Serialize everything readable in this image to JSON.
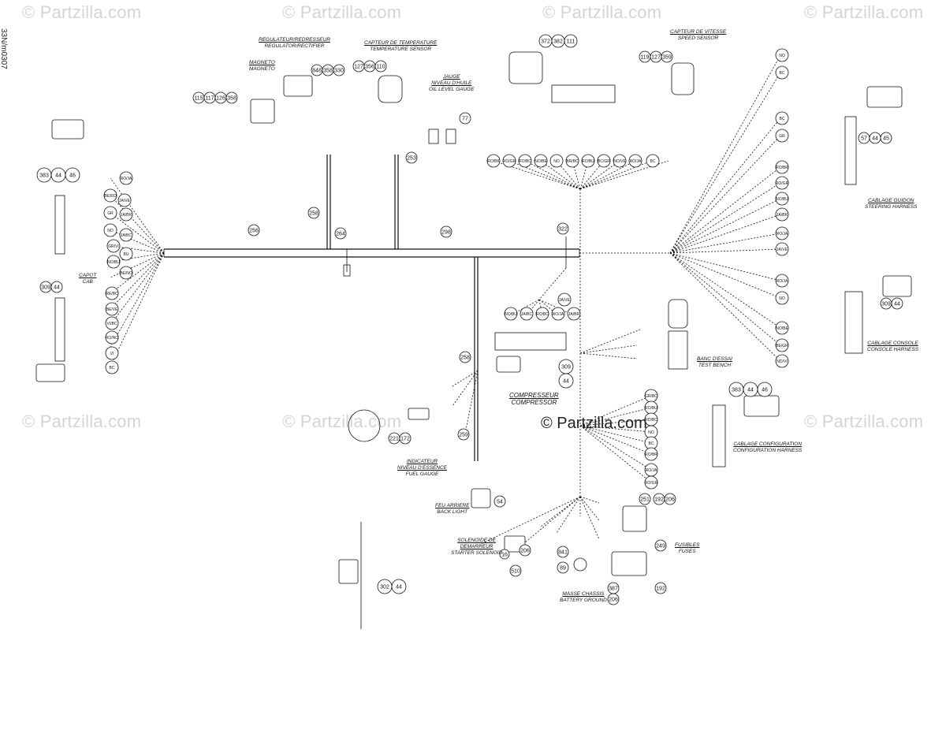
{
  "watermark": "© Partzilla.com",
  "sheet_id": "33N/m0307",
  "brand_center": "© Partzilla.com",
  "labels": {
    "regulator_fr": "REGULATEUR/REDRESSEUR",
    "regulator_en": "REGULATOR/RECTIFIER",
    "magneto_fr": "MAGNETO",
    "magneto_en": "MAGNETO",
    "temp_fr": "CAPTEUR DE TEMPERATURE",
    "temp_en": "TEMPERATURE SENSOR",
    "oil_fr1": "JAUGE",
    "oil_fr2": "NIVEAU D'HUILE",
    "oil_en": "OIL LEVEL GAUGE",
    "speed_fr": "CAPTEUR DE VITESSE",
    "speed_en": "SPEED SENSOR",
    "cab_fr": "CAPOT",
    "cab_en": "CAB",
    "steering_fr": "CABLAGE GUIDON",
    "steering_en": "STEERING HARNESS",
    "console_fr": "CABLAGE CONSOLE",
    "console_en": "CONSOLE HARNESS",
    "test_fr": "BANC D'ESSAI",
    "test_en": "TEST BENCH",
    "compressor_fr": "COMPRESSEUR",
    "compressor_en": "COMPRESSOR",
    "config_fr": "CABLAGE CONFIGURATION",
    "config_en": "CONFIGURATION HARNESS",
    "fuel_fr1": "INDICATEUR",
    "fuel_fr2": "NIVEAU D'ESSENCE",
    "fuel_en": "FUEL GAUGE",
    "back_fr": "FEU ARRIERE",
    "back_en": "BACK LIGHT",
    "starter_fr1": "SOLENOIDE DE",
    "starter_fr2": "DEMARREUR",
    "starter_en": "STARTER SOLENOID",
    "fuses_fr": "FUSIBLES",
    "fuses_en": "FUSES",
    "ground_fr": "MASSE CHASSIS",
    "ground_en": "BATTERY GROUND"
  },
  "part_numbers": {
    "p848": "848",
    "p358": "358",
    "p330": "330",
    "p115": "115",
    "p117": "117",
    "p126": "126",
    "p358b": "358",
    "p127": "127",
    "p356": "356",
    "p110": "110",
    "p372": "372",
    "p382": "382",
    "p111": "111",
    "p119": "119",
    "p127b": "127",
    "p359": "359",
    "p383": "383",
    "p44": "44",
    "p46": "46",
    "p309": "309",
    "p44b": "44",
    "p57": "57",
    "p44c": "44",
    "p45": "45",
    "p309b": "309",
    "p44d": "44",
    "p383b": "383",
    "p44e": "44",
    "p46b": "46",
    "p309c": "309",
    "p44f": "44",
    "p256": "256",
    "p258": "258",
    "p264": "264",
    "p253": "253",
    "p298": "298",
    "p322": "322",
    "p258b": "258",
    "p259": "259",
    "p77": "77",
    "p221": "221",
    "p172": "172",
    "p54": "54",
    "p251": "251",
    "p192": "192",
    "p206": "206",
    "p249": "249",
    "p387": "387",
    "p192b": "192",
    "p206b": "206",
    "p302": "302",
    "p44g": "44",
    "p16": "16",
    "p510": "510",
    "p841": "841",
    "p89": "89",
    "p206c": "206"
  },
  "wire_codes": {
    "left": [
      "RO/JA",
      "BE/RO",
      "JA/VE",
      "GR",
      "JA/BR",
      "NO",
      "JA/BC",
      "GR/VI",
      "BU",
      "NO/BU",
      "BE/NO"
    ],
    "cab": [
      "RE/BC",
      "BE/VE",
      "VI/BC",
      "RO/NO",
      "VI",
      "BC"
    ],
    "top": [
      "RO/BK",
      "RO/GR",
      "RO/BC",
      "NO/BE",
      "NO",
      "BR/BC",
      "RO/BU",
      "BC/GR",
      "NO/VE",
      "RO/JA",
      "BC"
    ],
    "steering": [
      "NO",
      "BC",
      "BC",
      "GR",
      "RO/BR",
      "RO/GR",
      "NO/BU",
      "JA/BR",
      "RO/JA",
      "JA/VE"
    ],
    "console": [
      "RO/JA",
      "NO",
      "NO/BE",
      "BE/GR",
      "NO/VI"
    ],
    "compressor": [
      "NO/BU",
      "JA/BC",
      "RO/BC",
      "RO/JA",
      "JA/BR",
      "JA/VE"
    ],
    "config": [
      "GR/BC",
      "RO/BU",
      "RO/BC",
      "NO",
      "BC",
      "RO/BR",
      "RO/JA",
      "RO/GR"
    ]
  }
}
